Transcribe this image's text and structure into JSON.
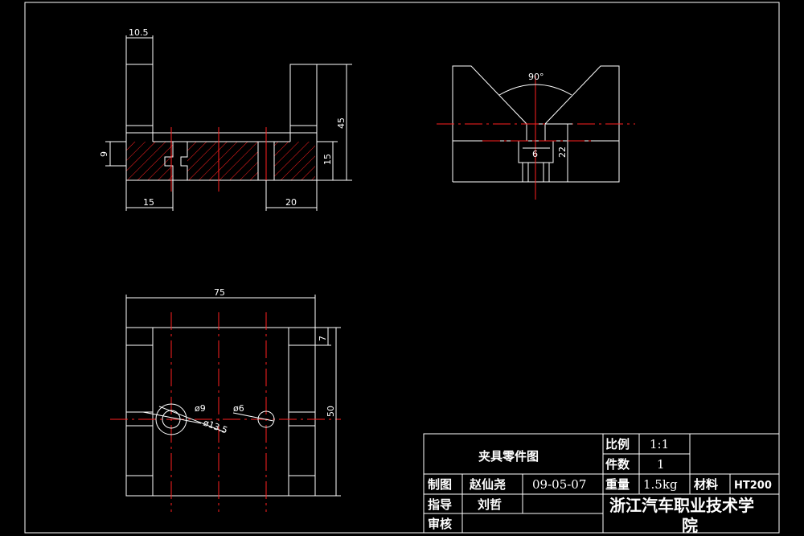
{
  "dimensions": {
    "front_width_top": "10.5",
    "front_height_total": "45",
    "front_slot_height": "9",
    "front_base_height": "15",
    "front_left_width": "15",
    "front_right_width": "20",
    "side_angle": "90°",
    "side_slot_width": "6",
    "side_height": "22",
    "top_width": "75",
    "top_height": "50",
    "top_step": "7",
    "hole_small": "ø9",
    "hole_outer": "ø13.5",
    "hole_right": "ø6"
  },
  "title_block": {
    "title": "夹具零件图",
    "scale_label": "比例",
    "scale_value": "1:1",
    "qty_label": "件数",
    "qty_value": "1",
    "drawn_label": "制图",
    "drawn_name": "赵仙尧",
    "drawn_date": "09-05-07",
    "weight_label": "重量",
    "weight_value": "1.5kg",
    "material_label": "材料",
    "material_value": "HT200",
    "guide_label": "指导",
    "guide_name": "刘哲",
    "review_label": "审核",
    "school_line1": "浙江汽车职业技术学",
    "school_line2": "院"
  }
}
